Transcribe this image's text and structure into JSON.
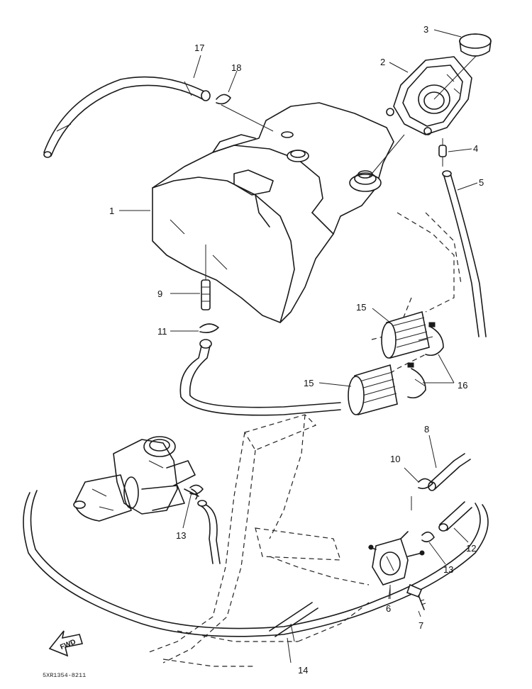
{
  "callouts": [
    {
      "id": "1",
      "label": "1"
    },
    {
      "id": "2",
      "label": "2"
    },
    {
      "id": "3",
      "label": "3"
    },
    {
      "id": "4",
      "label": "4"
    },
    {
      "id": "5",
      "label": "5"
    },
    {
      "id": "6",
      "label": "6"
    },
    {
      "id": "7",
      "label": "7"
    },
    {
      "id": "8",
      "label": "8"
    },
    {
      "id": "9",
      "label": "9"
    },
    {
      "id": "10",
      "label": "10"
    },
    {
      "id": "11",
      "label": "11"
    },
    {
      "id": "12",
      "label": "12"
    },
    {
      "id": "13a",
      "label": "13"
    },
    {
      "id": "13b",
      "label": "13"
    },
    {
      "id": "14",
      "label": "14"
    },
    {
      "id": "15a",
      "label": "15"
    },
    {
      "id": "15b",
      "label": "15"
    },
    {
      "id": "16",
      "label": "16"
    },
    {
      "id": "17",
      "label": "17"
    },
    {
      "id": "18",
      "label": "18"
    }
  ],
  "fwd_label": "FWD",
  "drawing_code": "5XR1354-8211",
  "icons": {
    "fwd_arrow": "fwd-arrow-icon"
  }
}
